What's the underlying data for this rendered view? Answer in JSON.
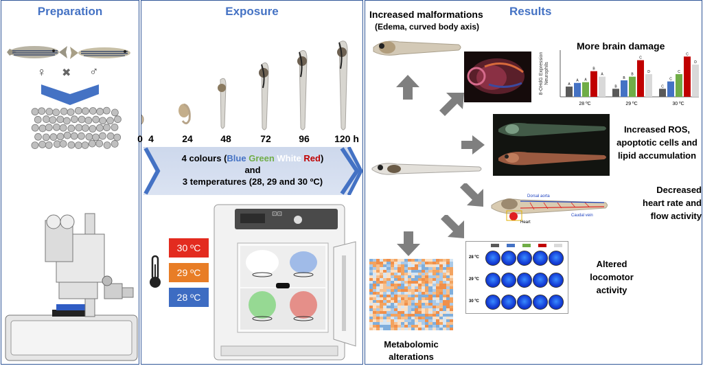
{
  "panels": {
    "preparation": {
      "title": "Preparation",
      "female_symbol": "♀",
      "male_symbol": "♂",
      "cross_symbol": "✖"
    },
    "exposure": {
      "title": "Exposure",
      "timepoints": [
        "0",
        "4",
        "24",
        "48",
        "72",
        "96",
        "120 h"
      ],
      "banner": {
        "line1_prefix": "4 colours (",
        "colour_blue": "Blue",
        "colour_green": "Green",
        "colour_white": "White",
        "colour_red": "Red",
        "line1_suffix": ")",
        "line2": "and",
        "line3": "3 temperatures (28, 29 and 30 ºC)"
      },
      "temps": [
        "30 ºC",
        "29 ºC",
        "28 ºC"
      ],
      "incubator_logo": "⊡⊡"
    },
    "results": {
      "title": "Results",
      "malformations": "Increased malformations",
      "malformations_sub": "(Edema, curved body axis)",
      "brain_damage": "More brain damage",
      "ros_line1": "Increased ROS,",
      "ros_line2": "apoptotic cells and",
      "ros_line3": "lipid accumulation",
      "heart_line1": "Decreased",
      "heart_line2": "heart rate and",
      "heart_line3": "flow activity",
      "locomotor_line1": "Altered",
      "locomotor_line2": "locomotor",
      "locomotor_line3": "activity",
      "metabolomic_line1": "Metabolomic",
      "metabolomic_line2": "alterations",
      "heart_labels": {
        "dorsal_aorta": "Dorsal aorta",
        "caudal_vein": "Caudal vein",
        "heart": "Heart"
      },
      "loco_temps": [
        "28 ºC",
        "29 ºC",
        "30 ºC"
      ],
      "brain_chart": {
        "ylabel_line1": "8-OHdG Expression",
        "ylabel_line2": "Neurophils",
        "groups": [
          "28 ºC",
          "29 ºC",
          "30 ºC"
        ]
      }
    }
  },
  "colors": {
    "border": "#2f5597",
    "title": "#4472c4",
    "blue": "#4472c4",
    "green": "#70ad47",
    "red": "#c00000",
    "gray": "#595959",
    "lightgray": "#d9d9d9"
  },
  "chart_data": {
    "type": "bar",
    "ylabel": "8-OHdG Expression Neurophils",
    "categories": [
      "28 ºC",
      "29 ºC",
      "30 ºC"
    ],
    "series": [
      {
        "values": [
          28,
          22,
          22
        ]
      },
      {
        "values": [
          38,
          45,
          42
        ]
      },
      {
        "values": [
          40,
          55,
          62
        ]
      },
      {
        "values": [
          70,
          100,
          110
        ]
      },
      {
        "values": [
          55,
          62,
          88
        ]
      }
    ],
    "letters": [
      [
        "A",
        "A",
        "A",
        "B",
        "A"
      ],
      [
        "B",
        "B",
        "B",
        "C",
        "D"
      ],
      [
        "C",
        "C",
        "C",
        "C",
        "D"
      ]
    ]
  }
}
